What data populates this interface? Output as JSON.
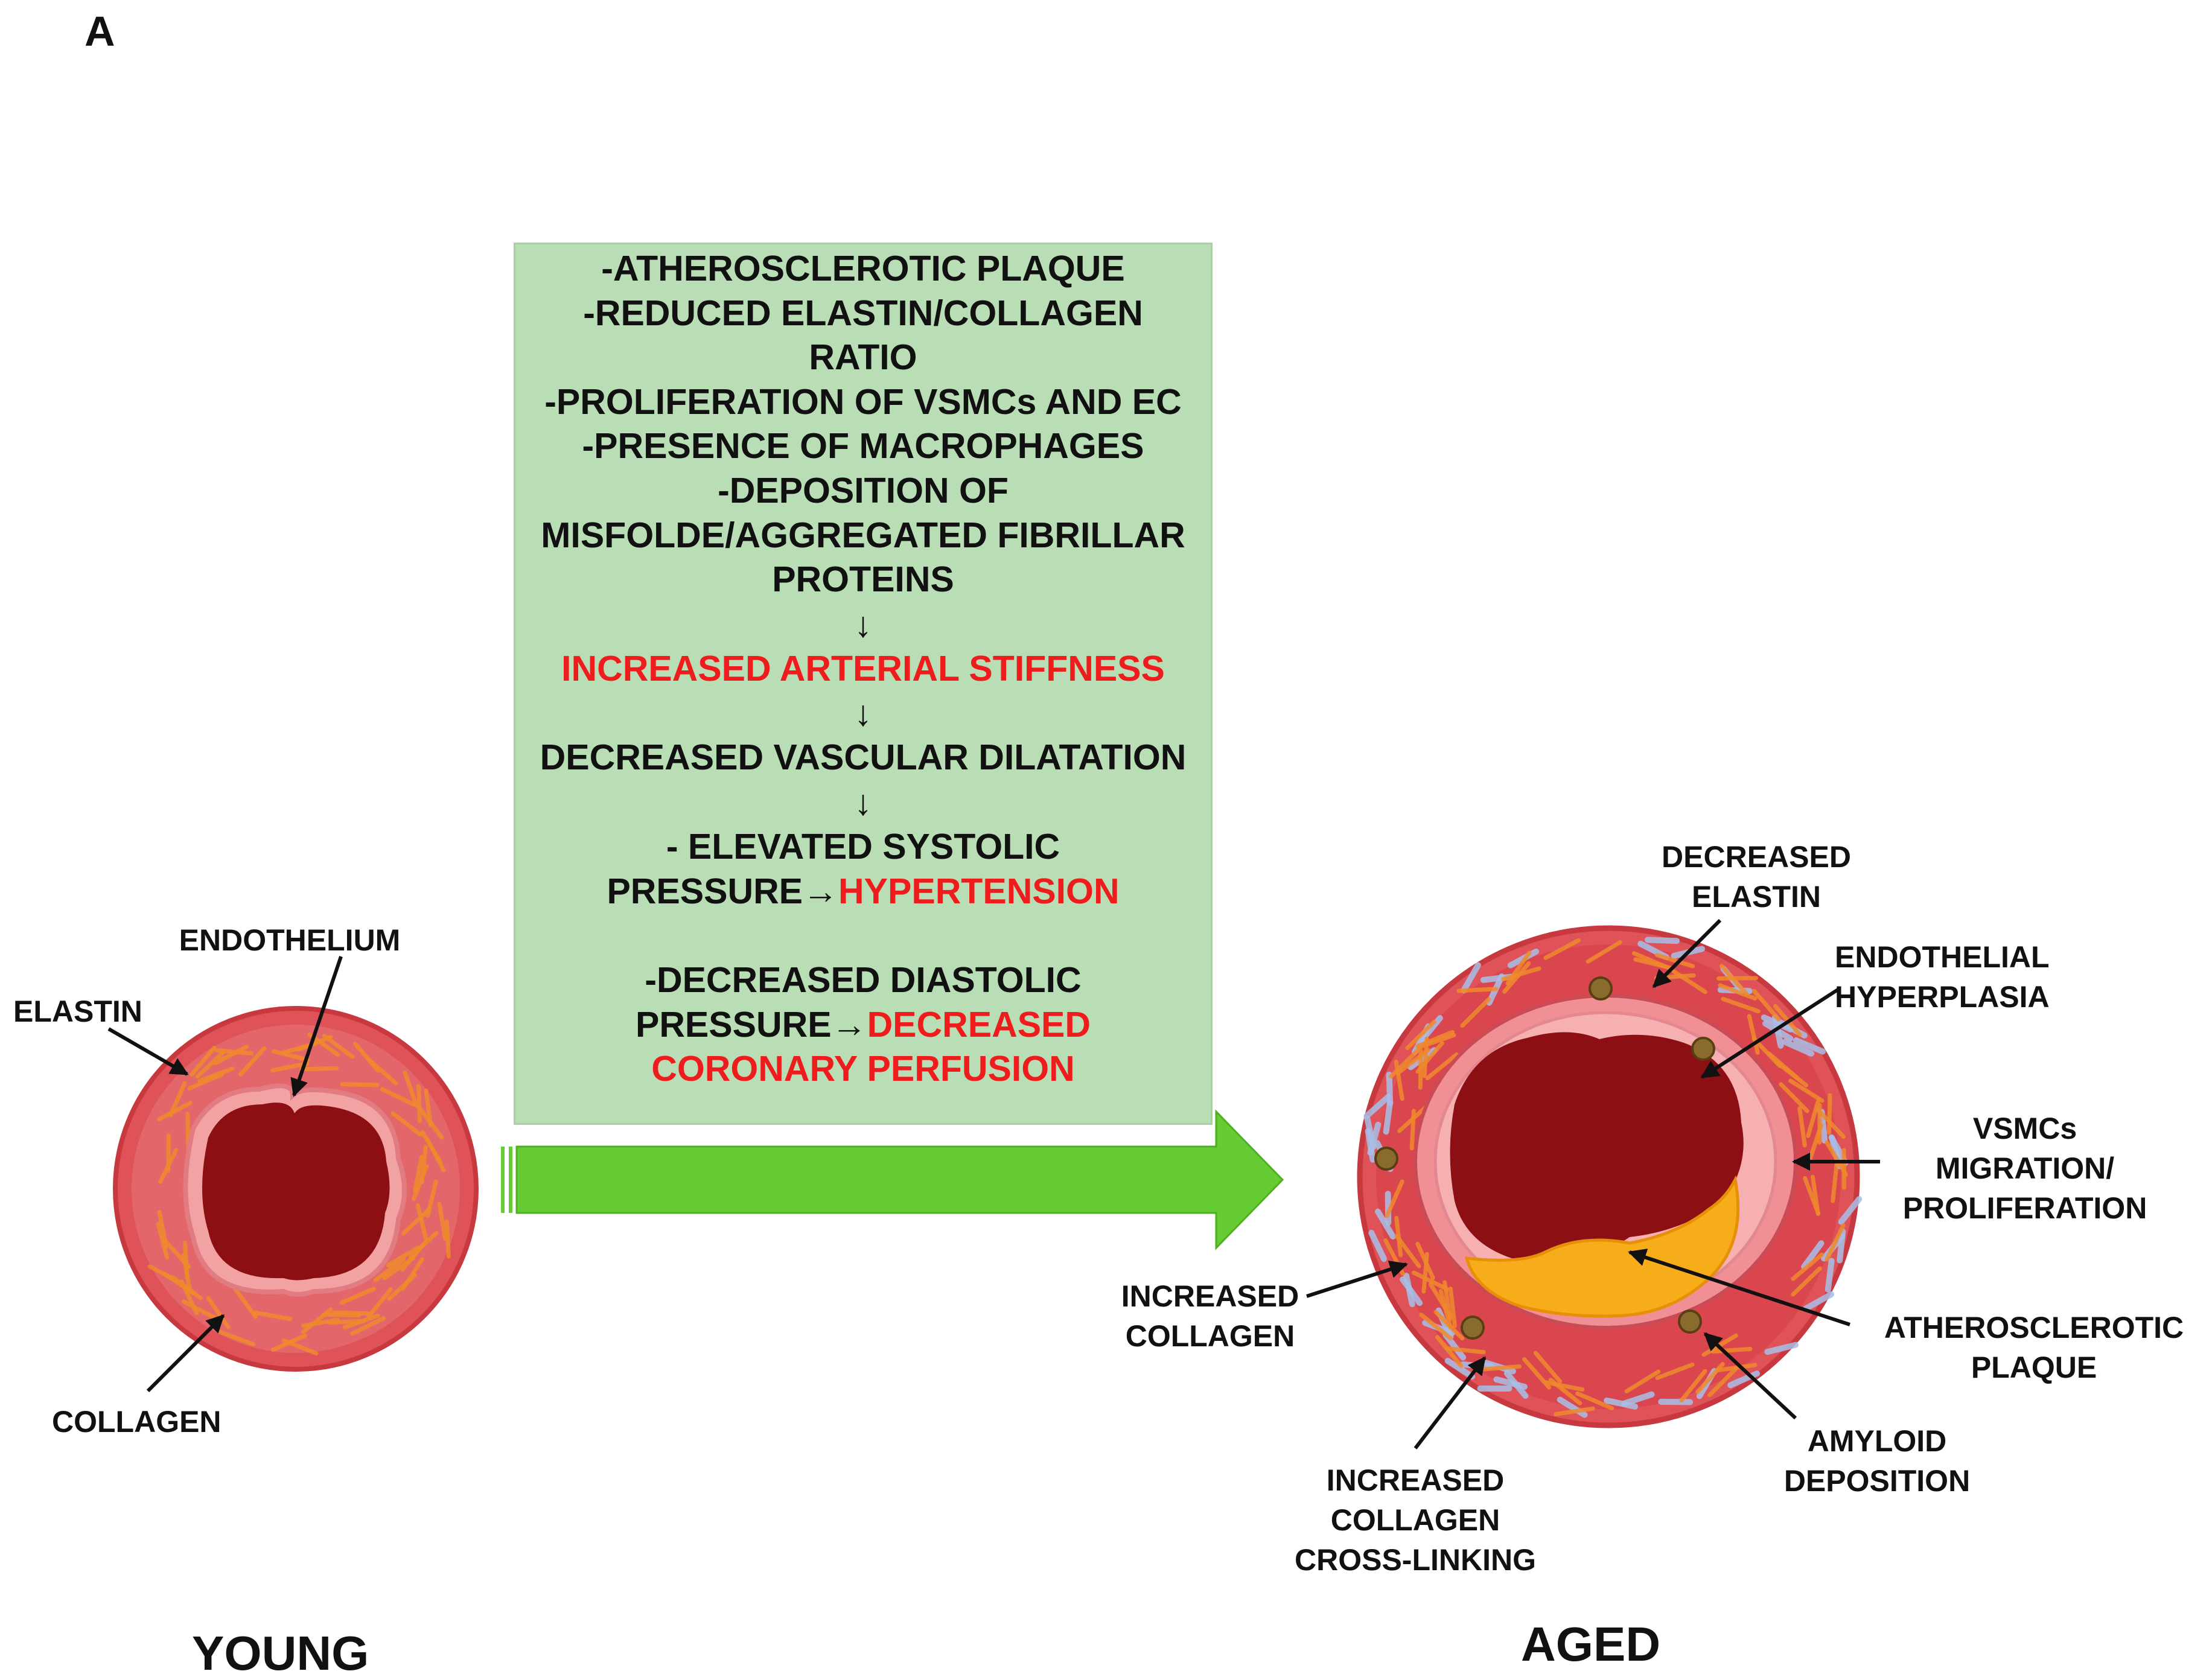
{
  "panel_label": "A",
  "young": {
    "title": "YOUNG",
    "labels": {
      "endothelium": "ENDOTHELIUM",
      "elastin": "ELASTIN",
      "collagen": "COLLAGEN"
    }
  },
  "aged": {
    "title": "AGED",
    "labels": {
      "decreased_elastin": [
        "DECREASED",
        "ELASTIN"
      ],
      "endothelial_hyperplasia": [
        "ENDOTHELIAL",
        "HYPERPLASIA"
      ],
      "vsmcs": [
        "VSMCs",
        "MIGRATION/",
        "PROLIFERATION"
      ],
      "atherosclerotic_plaque": [
        "ATHEROSCLEROTIC",
        "PLAQUE"
      ],
      "amyloid_deposition": [
        "AMYLOID",
        "DEPOSITION"
      ],
      "increased_collagen": [
        "INCREASED",
        "COLLAGEN"
      ],
      "increased_collagen_crosslinking": [
        "INCREASED",
        "COLLAGEN",
        "CROSS-LINKING"
      ]
    }
  },
  "mechanism_box": {
    "causes": [
      "-ATHEROSCLEROTIC PLAQUE",
      "-REDUCED ELASTIN/COLLAGEN",
      "RATIO",
      "-PROLIFERATION OF VSMCs AND EC",
      "-PRESENCE OF MACROPHAGES",
      "-DEPOSITION OF",
      "MISFOLDE/AGGREGATED FIBRILLAR",
      "PROTEINS"
    ],
    "arrow": "↓",
    "stiffness": "INCREASED ARTERIAL STIFFNESS",
    "dilatation": "DECREASED VASCULAR DILATATION",
    "systolic_line1": "- ELEVATED SYSTOLIC",
    "systolic_prefix": "PRESSURE→",
    "systolic_outcome": "HYPERTENSION",
    "diastolic_line1": "-DECREASED DIASTOLIC",
    "diastolic_prefix": "PRESSURE→",
    "diastolic_outcome_1": "DECREASED",
    "diastolic_outcome_2": "CORONARY PERFUSION"
  },
  "colors": {
    "box_fill": "#b9ddb4",
    "outcome_text": "#ee1c1c",
    "transition_arrow": "#66cc33",
    "vessel_wall": "#de5258",
    "lumen": "#8c0f14",
    "intima": "#f3a2a4",
    "plaque": "#f7ad1a",
    "collagen_fibers": "#f08a2c",
    "vsmc": "#a9bfe8"
  }
}
